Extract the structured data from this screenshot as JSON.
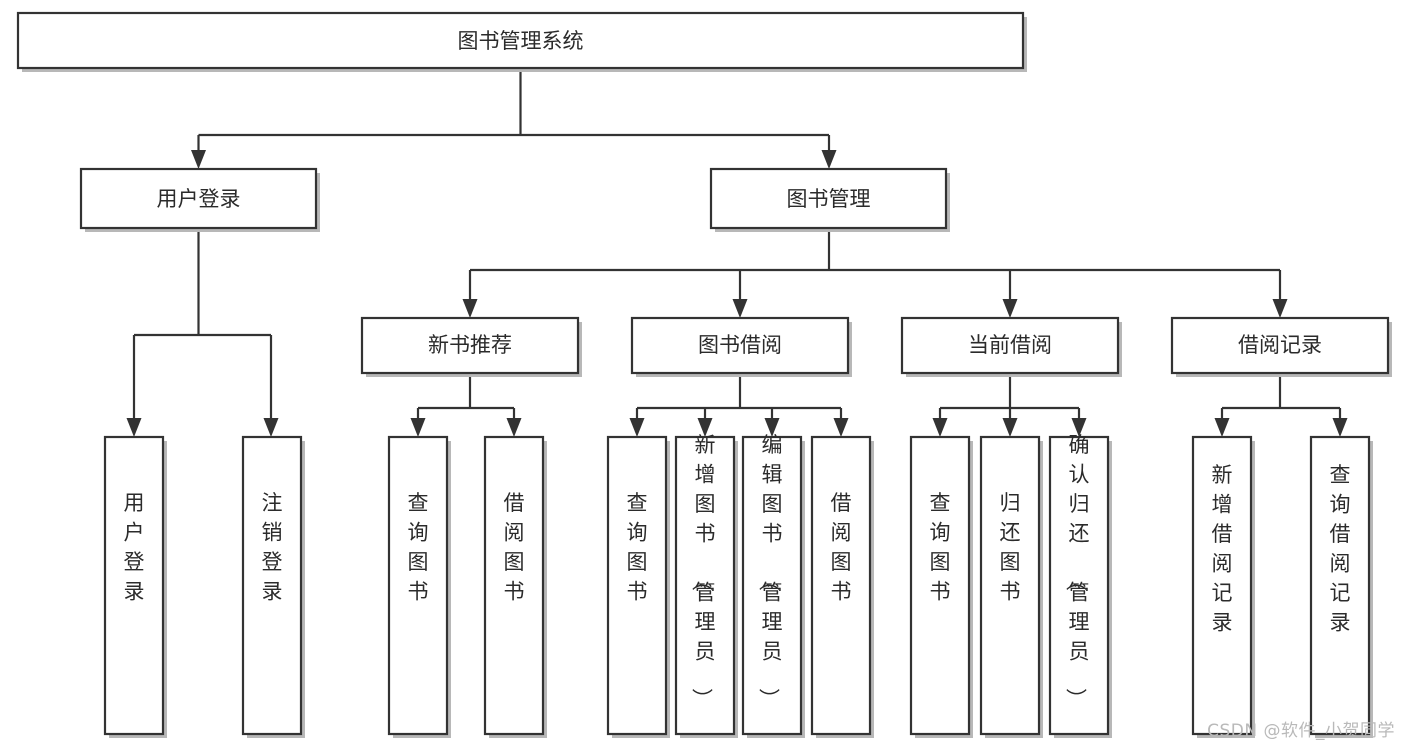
{
  "diagram": {
    "type": "tree-hierarchy",
    "title": "图书管理系统",
    "watermark": "CSDN @软件_小贺同学",
    "colors": {
      "stroke": "#333333",
      "fill": "#ffffff",
      "text": "#2b2b2b",
      "shadow": "#b8b8b8",
      "watermark": "#b9b9b9"
    },
    "root": {
      "label": "图书管理系统",
      "children": [
        {
          "label": "用户登录",
          "children": [
            {
              "label": "用户登录"
            },
            {
              "label": "注销登录"
            }
          ]
        },
        {
          "label": "图书管理",
          "children": [
            {
              "label": "新书推荐",
              "children": [
                {
                  "label": "查询图书"
                },
                {
                  "label": "借阅图书"
                }
              ]
            },
            {
              "label": "图书借阅",
              "children": [
                {
                  "label": "查询图书"
                },
                {
                  "label": "新增图书（管理员）"
                },
                {
                  "label": "编辑图书（管理员）"
                },
                {
                  "label": "借阅图书"
                }
              ]
            },
            {
              "label": "当前借阅",
              "children": [
                {
                  "label": "查询图书"
                },
                {
                  "label": "归还图书"
                },
                {
                  "label": "确认归还（管理员）"
                }
              ]
            },
            {
              "label": "借阅记录",
              "children": [
                {
                  "label": "新增借阅记录"
                },
                {
                  "label": "查询借阅记录"
                }
              ]
            }
          ]
        }
      ]
    },
    "nodes": {
      "root": "图书管理系统",
      "user_login": "用户登录",
      "book_manage": "图书管理",
      "new_book_rec": "新书推荐",
      "book_borrow": "图书借阅",
      "current_borrow": "当前借阅",
      "borrow_record": "借阅记录",
      "leaf_user_login": "用户登录",
      "leaf_logout": "注销登录",
      "leaf_rec_query": "查询图书",
      "leaf_rec_borrow": "借阅图书",
      "leaf_borrow_query": "查询图书",
      "leaf_borrow_add": "新增图书（管理员）",
      "leaf_borrow_edit": "编辑图书（管理员）",
      "leaf_borrow_borrow": "借阅图书",
      "leaf_cur_query": "查询图书",
      "leaf_cur_return": "归还图书",
      "leaf_cur_confirm": "确认归还（管理员）",
      "leaf_rec_add": "新增借阅记录",
      "leaf_rec_query2": "查询借阅记录"
    }
  }
}
